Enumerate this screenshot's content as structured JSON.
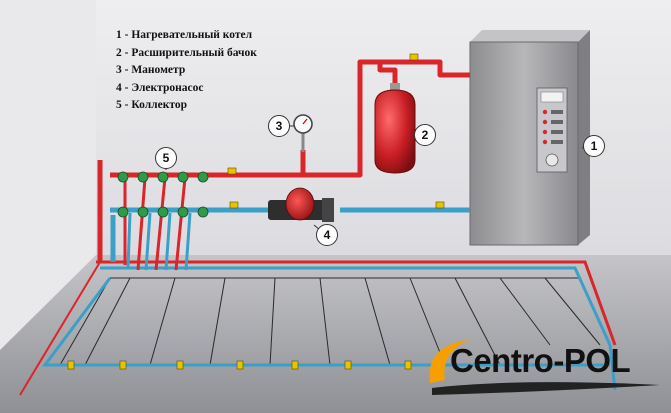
{
  "legend": {
    "items": [
      "1 - Нагревательный котел",
      "2 - Расширительный бачок",
      "3 - Манометр",
      "4 - Электронасос",
      "5 - Коллектор"
    ]
  },
  "callouts": {
    "boiler": "1",
    "expansion_tank": "2",
    "manometer": "3",
    "pump": "4",
    "collector": "5"
  },
  "brand": {
    "logo_text": "Centro-POL"
  },
  "colors": {
    "supply_pipe": "#d8262b",
    "return_pipe": "#3aa0c8",
    "fittings": "#2e9a4a",
    "tank": "#c81e24",
    "boiler": "#a9a9ac",
    "valve_handle": "#e6c400",
    "logo_swoosh": "#f5a000"
  }
}
